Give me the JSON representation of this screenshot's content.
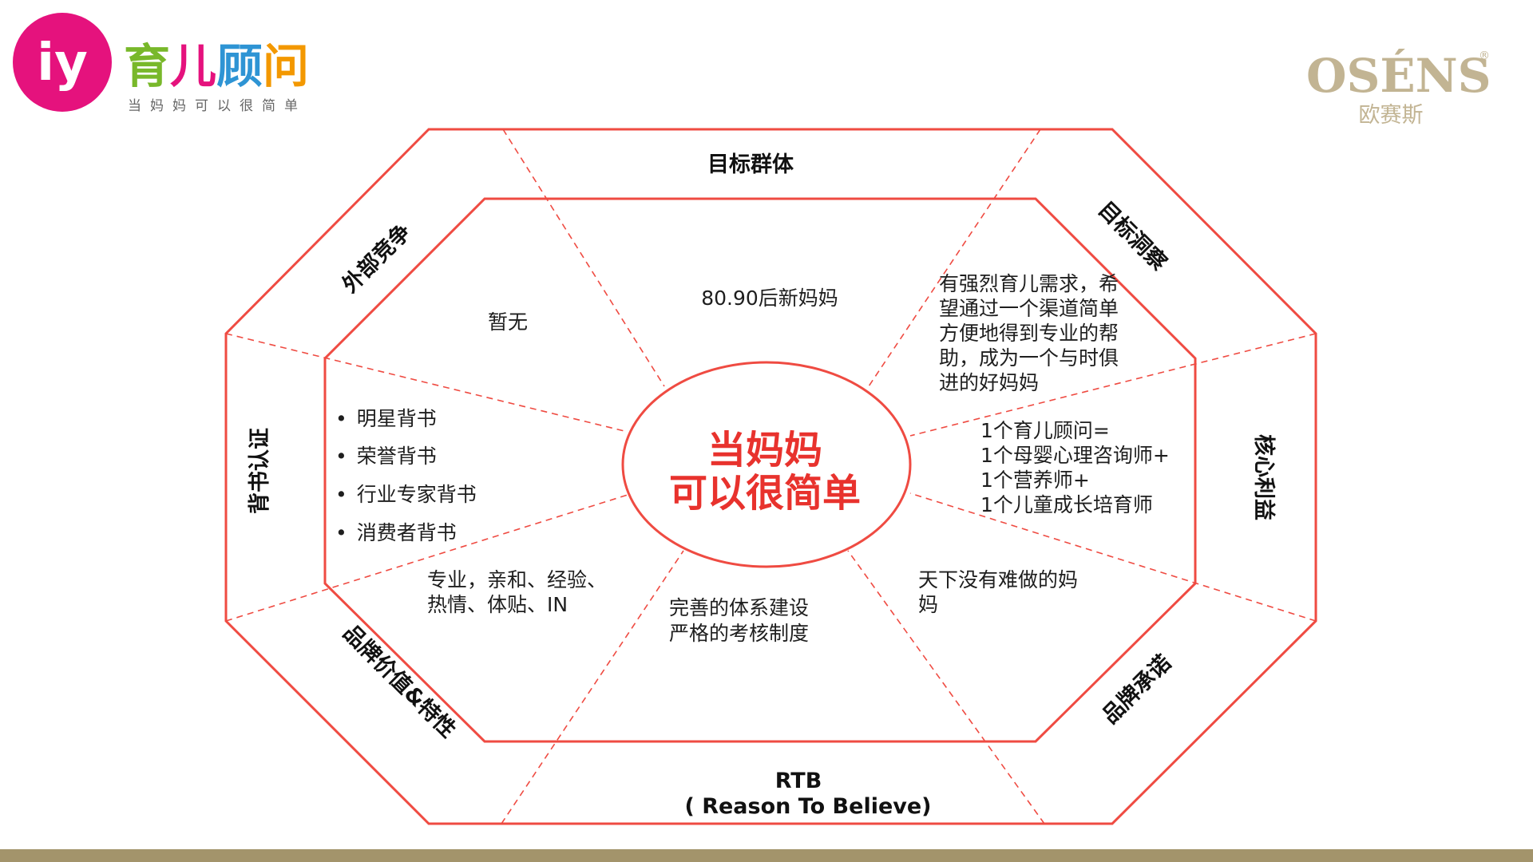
{
  "logo": {
    "glyph": "iy",
    "name": "育儿顾问",
    "slogan": "当妈妈可以很简单",
    "colors": {
      "circle": "#e5127d",
      "chars": [
        "#78b82a",
        "#e5127d",
        "#2e94d4",
        "#f39800"
      ]
    }
  },
  "brand": {
    "name": "OSÉNS",
    "registered": "®",
    "name_cn": "欧赛斯",
    "color": "#c2b493"
  },
  "center": {
    "line1": "当妈妈",
    "line2": "可以很简单",
    "color": "#e8322d"
  },
  "segments": {
    "target_group": {
      "title": "目标群体",
      "content": [
        "80.90后新妈妈"
      ]
    },
    "target_insight": {
      "title": "目标洞察",
      "content": [
        "有强烈育儿需求，希",
        "望通过一个渠道简单",
        "方便地得到专业的帮",
        "助，成为一个与时俱",
        "进的好妈妈"
      ]
    },
    "core_benefit": {
      "title": "核心利益",
      "content": [
        "1个育儿顾问=",
        "1个母婴心理咨询师+",
        "1个营养师+",
        "1个儿童成长培育师"
      ]
    },
    "brand_promise": {
      "title": "品牌承诺",
      "content": [
        "天下没有难做的妈",
        "妈"
      ]
    },
    "rtb": {
      "title_line1": "RTB",
      "title_line2": "( Reason To Believe)",
      "content": [
        "完善的体系建设",
        "严格的考核制度"
      ]
    },
    "brand_value": {
      "title": "品牌价值&特性",
      "content": [
        "专业，亲和、经验、",
        "热情、体贴、IN"
      ]
    },
    "endorsement": {
      "title": "背书认证",
      "items": [
        "明星背书",
        "荣誉背书",
        "行业专家背书",
        "消费者背书"
      ]
    },
    "competition": {
      "title": "外部竞争",
      "content": [
        "暂无"
      ]
    }
  },
  "colors": {
    "line": "#ef4b42",
    "footer": "#a3946b"
  }
}
